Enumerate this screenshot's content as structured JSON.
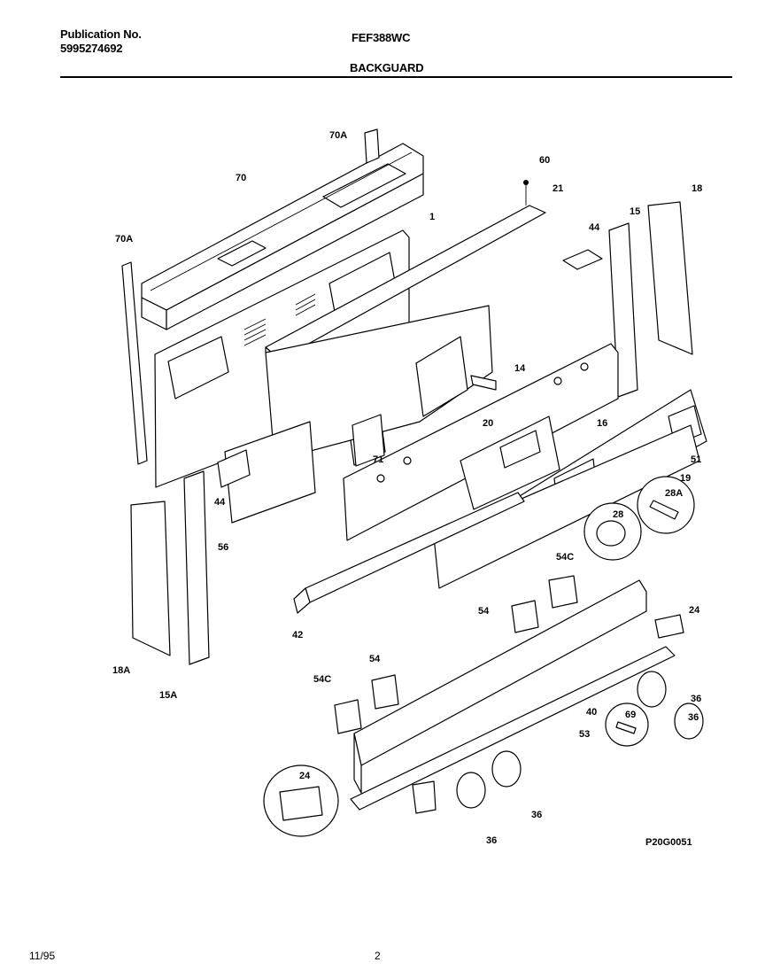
{
  "header": {
    "publication_label": "Publication No.",
    "publication_number": "5995274692",
    "model": "FEF388WC",
    "section": "BACKGUARD"
  },
  "parts": {
    "p70a_top": "70A",
    "p70": "70",
    "p60": "60",
    "p21": "21",
    "p18": "18",
    "p1": "1",
    "p44_top": "44",
    "p15": "15",
    "p70a_left": "70A",
    "p14": "14",
    "p16": "16",
    "p20": "20",
    "p51": "51",
    "p71": "71",
    "p19": "19",
    "p44_mid": "44",
    "p28a": "28A",
    "p28": "28",
    "p56": "56",
    "p54c_top": "54C",
    "p24_right": "24",
    "p54_top": "54",
    "p42": "42",
    "p18a": "18A",
    "p15a": "15A",
    "p54_mid": "54",
    "p54c_mid": "54C",
    "p36_r1": "36",
    "p36_r2": "36",
    "p40": "40",
    "p69": "69",
    "p53": "53",
    "p24_left": "24",
    "p36_b1": "36",
    "p36_b2": "36"
  },
  "drawing_code": "P20G0051",
  "footer": {
    "date": "11/95",
    "page": "2"
  }
}
